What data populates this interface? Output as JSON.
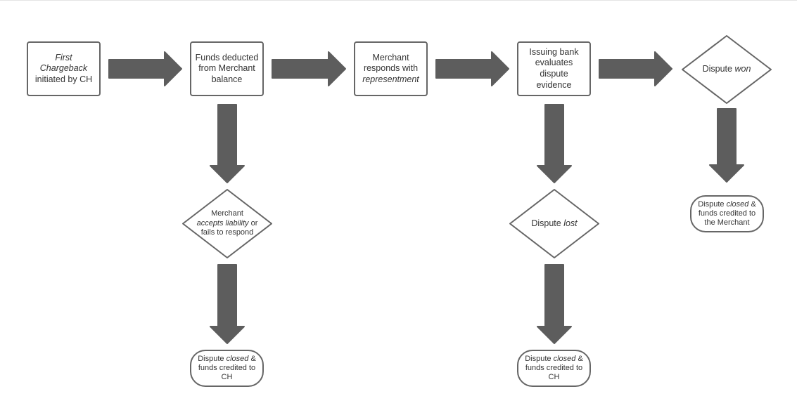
{
  "colors": {
    "arrow": "#5d5d5d",
    "border": "#666666",
    "text": "#333333",
    "background": "#ffffff"
  },
  "nodes": {
    "first_chargeback": {
      "line1_italic": "First",
      "line2_italic": "Chargeback",
      "line3": "initiated by CH"
    },
    "funds_deducted": {
      "text": "Funds deducted from Merchant balance"
    },
    "merchant_responds": {
      "line1": "Merchant responds with",
      "line2_italic": "representment"
    },
    "issuing_bank": {
      "text": "Issuing bank evaluates dispute evidence"
    },
    "dispute_won": {
      "prefix": "Dispute",
      "italic": "won"
    },
    "merchant_accepts": {
      "line1": "Merchant",
      "line2_italic": "accepts liability",
      "line2_suffix": "or",
      "line3": "fails to respond"
    },
    "dispute_lost": {
      "prefix": "Dispute",
      "italic": "lost"
    },
    "closed_ch_left": {
      "prefix": "Dispute",
      "italic": "closed",
      "suffix": "&",
      "line2": "funds credited to",
      "line3": "CH"
    },
    "closed_ch_right": {
      "prefix": "Dispute",
      "italic": "closed",
      "suffix": "&",
      "line2": "funds credited to",
      "line3": "CH"
    },
    "closed_merchant": {
      "prefix": "Dispute",
      "italic": "closed",
      "suffix": "&",
      "line2": "funds credited to",
      "line3": "the Merchant"
    }
  }
}
